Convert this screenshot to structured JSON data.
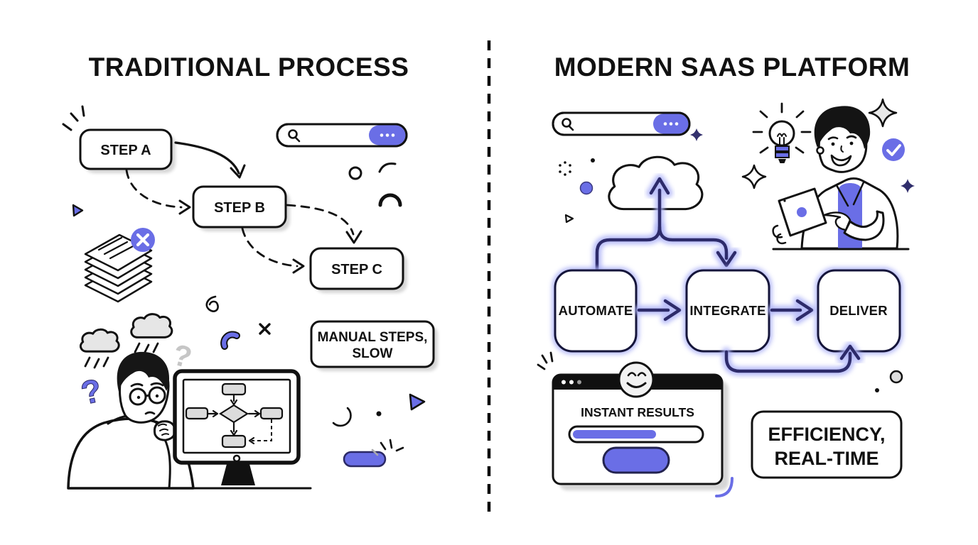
{
  "colors": {
    "accent": "#6a6ee6",
    "accent_glow": "#afb4f7",
    "pipe_dark": "#2d2b6a",
    "ink": "#111111",
    "gray_fill": "#e6e6e6"
  },
  "icons": {
    "search": "magnifier",
    "ellipsis": "three-dots",
    "error": "x-cross-badge",
    "success": "checkmark-circle",
    "idea": "lightbulb",
    "happy": "smiley-face",
    "cloud": "cloud-upload",
    "sparkle": "four-point-star"
  },
  "left_panel": {
    "title": "TRADITIONAL PROCESS",
    "steps": [
      {
        "label": "STEP A"
      },
      {
        "label": "STEP B"
      },
      {
        "label": "STEP C"
      }
    ],
    "callout": {
      "line1": "MANUAL STEPS,",
      "line2": "SLOW"
    },
    "decor": {
      "question_mark_gray": "?",
      "question_mark_purple": "?"
    }
  },
  "right_panel": {
    "title": "MODERN SAAS PLATFORM",
    "flow": [
      {
        "label": "AUTOMATE"
      },
      {
        "label": "INTEGRATE"
      },
      {
        "label": "DELIVER"
      }
    ],
    "app_window": {
      "title": "INSTANT RESULTS",
      "progress_percent": 65
    },
    "callout": {
      "line1": "EFFICIENCY,",
      "line2": "REAL-TIME"
    }
  }
}
